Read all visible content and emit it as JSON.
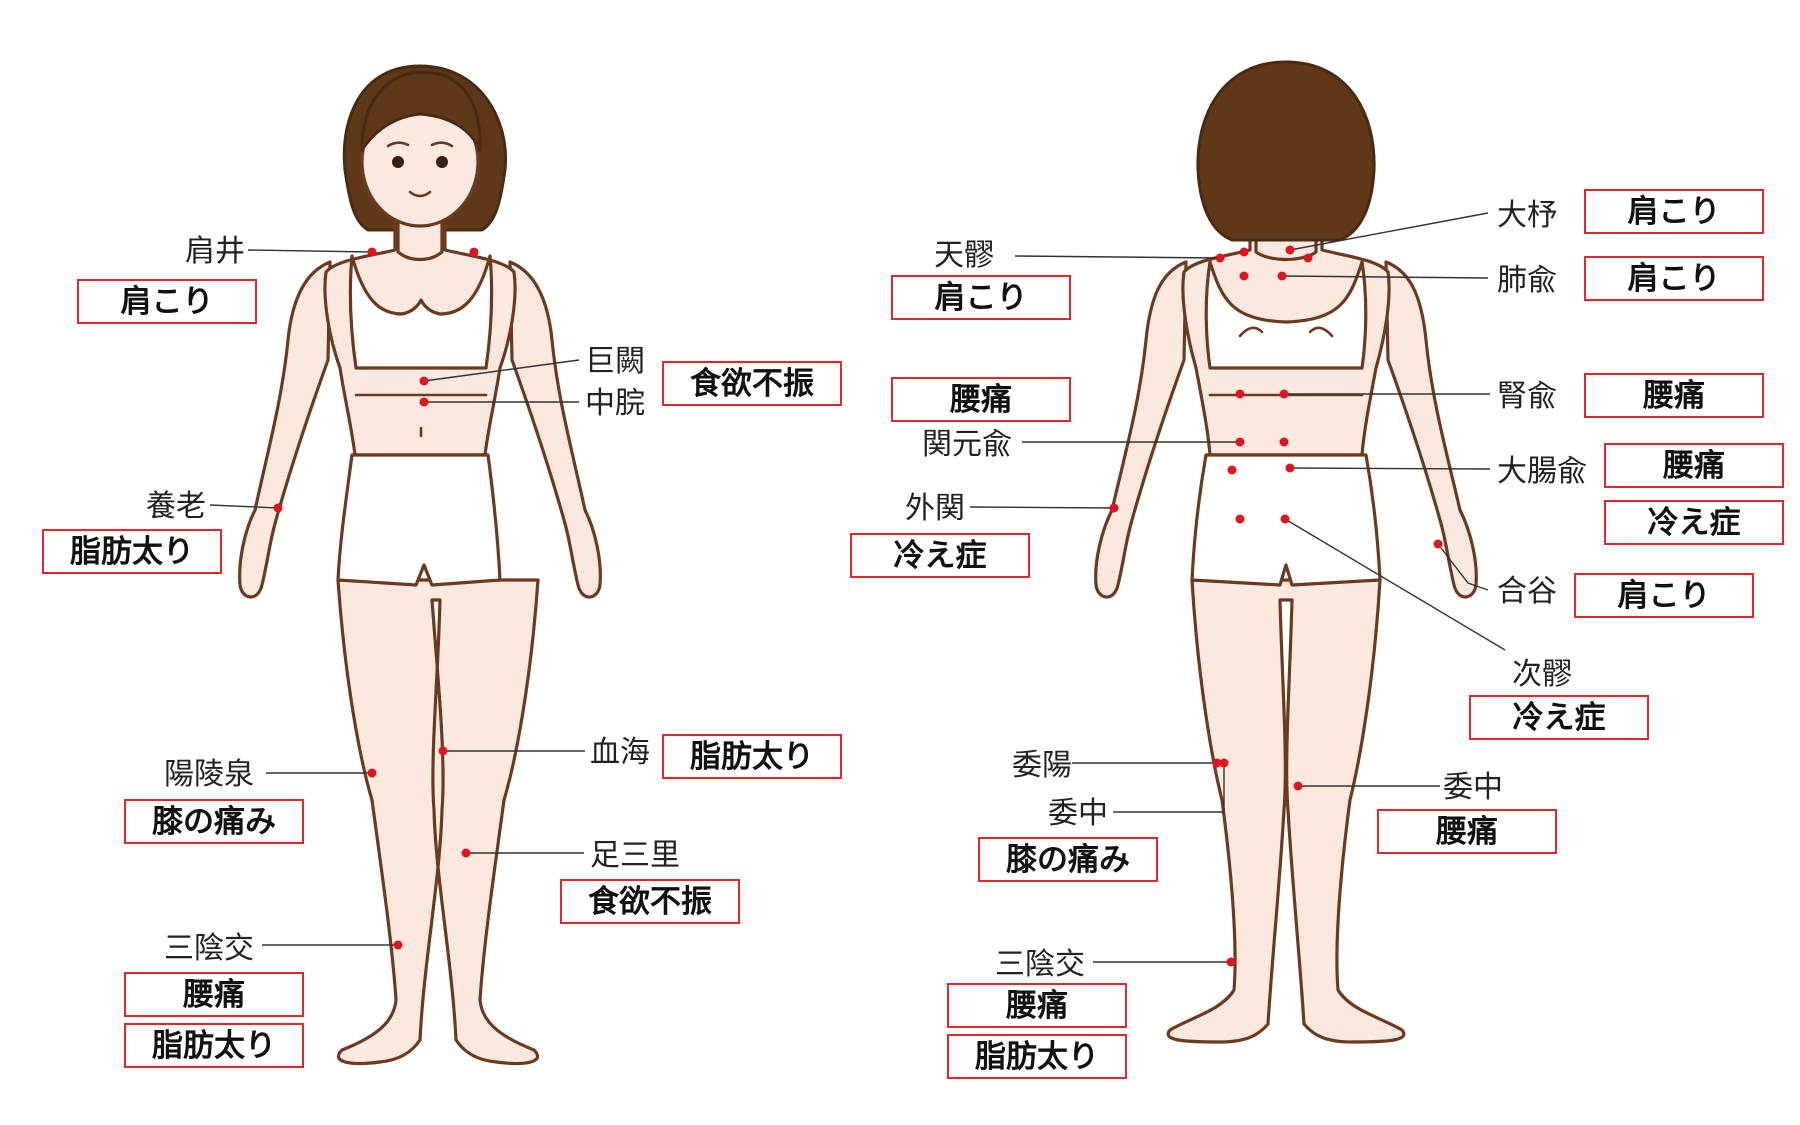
{
  "colors": {
    "marker": "#e0141e",
    "box_border": "#e0282b",
    "skin": "#fbe9e0",
    "outline": "#6b3a1f",
    "hair": "#5e3818"
  },
  "front": {
    "points": [
      {
        "name": "肩井",
        "conditions": [
          "肩こり"
        ]
      },
      {
        "name": "巨闕",
        "conditions": [
          "食欲不振"
        ]
      },
      {
        "name": "中脘",
        "conditions": []
      },
      {
        "name": "養老",
        "conditions": [
          "脂肪太り"
        ]
      },
      {
        "name": "陽陵泉",
        "conditions": [
          "膝の痛み"
        ]
      },
      {
        "name": "血海",
        "conditions": [
          "脂肪太り"
        ]
      },
      {
        "name": "足三里",
        "conditions": [
          "食欲不振"
        ]
      },
      {
        "name": "三陰交",
        "conditions": [
          "腰痛",
          "脂肪太り"
        ]
      }
    ]
  },
  "back": {
    "points": [
      {
        "name": "天髎",
        "conditions": [
          "肩こり"
        ]
      },
      {
        "name": "大杼",
        "conditions": [
          "肩こり"
        ]
      },
      {
        "name": "肺兪",
        "conditions": [
          "肩こり"
        ]
      },
      {
        "name": "関元兪",
        "conditions": [
          "腰痛"
        ]
      },
      {
        "name": "腎兪",
        "conditions": [
          "腰痛"
        ]
      },
      {
        "name": "大腸兪",
        "conditions": [
          "腰痛",
          "冷え症"
        ]
      },
      {
        "name": "外関",
        "conditions": [
          "冷え症"
        ]
      },
      {
        "name": "合谷",
        "conditions": [
          "肩こり"
        ]
      },
      {
        "name": "次髎",
        "conditions": [
          "冷え症"
        ]
      },
      {
        "name": "委陽",
        "conditions": []
      },
      {
        "name": "委中",
        "conditions": [
          "膝の痛み"
        ]
      },
      {
        "name": "委中",
        "conditions": [
          "腰痛"
        ]
      },
      {
        "name": "三陰交",
        "conditions": [
          "腰痛",
          "脂肪太り"
        ]
      }
    ]
  }
}
